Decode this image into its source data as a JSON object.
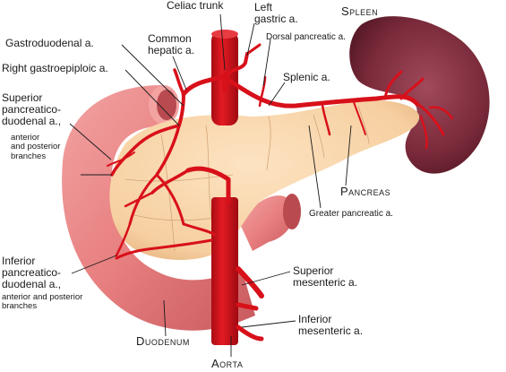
{
  "labels": {
    "celiac_trunk": "Celiac trunk",
    "left_gastric": [
      "Left",
      "gastric a."
    ],
    "spleen": "Spleen",
    "gastroduodenal": "Gastroduodenal  a.",
    "common_hepatic": [
      "Common",
      "hepatic a."
    ],
    "dorsal_pancreatic": "Dorsal pancreatic a.",
    "right_gastroepiploic": "Right gastroepiploic a.",
    "splenic": "Splenic a.",
    "superior_pd": [
      "Superior",
      "pancreatico-",
      "duodenal a.,"
    ],
    "superior_pd_sub": [
      "anterior",
      "and posterior",
      "branches"
    ],
    "pancreas": "Pancreas",
    "greater_pancreatic": "Greater pancreatic a.",
    "inferior_pd": [
      "Inferior",
      "pancreatico-",
      "duodenal a.,"
    ],
    "inferior_pd_sub": [
      "anterior and posterior",
      "branches"
    ],
    "superior_mesenteric": [
      "Superior",
      "mesenteric a."
    ],
    "inferior_mesenteric": [
      "Inferior",
      "mesenteric a."
    ],
    "duodenum": "Duodenum",
    "aorta": "Aorta"
  },
  "colors": {
    "artery": "#d8101a",
    "artery_dark": "#9e0a12",
    "pancreas": "#f6cfa0",
    "duodenum": "#e87f80",
    "spleen": "#7a2a3a",
    "leader": "#1a1a1a"
  }
}
